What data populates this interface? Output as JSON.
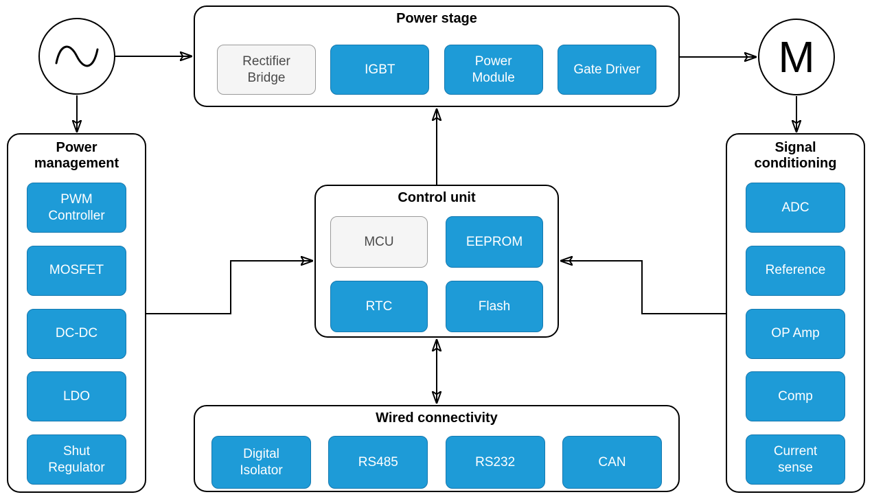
{
  "nodes": {
    "ac_source": {
      "icon": "sine-wave-icon"
    },
    "motor": {
      "label": "M"
    }
  },
  "groups": {
    "power_stage": {
      "title": "Power stage",
      "blocks": [
        {
          "label": "Rectifier\nBridge",
          "style": "gray"
        },
        {
          "label": "IGBT",
          "style": "blue"
        },
        {
          "label": "Power\nModule",
          "style": "blue"
        },
        {
          "label": "Gate Driver",
          "style": "blue"
        }
      ]
    },
    "power_management": {
      "title": "Power\nmanagement",
      "blocks": [
        {
          "label": "PWM\nController",
          "style": "blue"
        },
        {
          "label": "MOSFET",
          "style": "blue"
        },
        {
          "label": "DC-DC",
          "style": "blue"
        },
        {
          "label": "LDO",
          "style": "blue"
        },
        {
          "label": "Shut\nRegulator",
          "style": "blue"
        }
      ]
    },
    "control_unit": {
      "title": "Control unit",
      "blocks": [
        {
          "label": "MCU",
          "style": "gray"
        },
        {
          "label": "EEPROM",
          "style": "blue"
        },
        {
          "label": "RTC",
          "style": "blue"
        },
        {
          "label": "Flash",
          "style": "blue"
        }
      ]
    },
    "signal_conditioning": {
      "title": "Signal\nconditioning",
      "blocks": [
        {
          "label": "ADC",
          "style": "blue"
        },
        {
          "label": "Reference",
          "style": "blue"
        },
        {
          "label": "OP Amp",
          "style": "blue"
        },
        {
          "label": "Comp",
          "style": "blue"
        },
        {
          "label": "Current\nsense",
          "style": "blue"
        }
      ]
    },
    "wired_connectivity": {
      "title": "Wired connectivity",
      "blocks": [
        {
          "label": "Digital\nIsolator",
          "style": "blue"
        },
        {
          "label": "RS485",
          "style": "blue"
        },
        {
          "label": "RS232",
          "style": "blue"
        },
        {
          "label": "CAN",
          "style": "blue"
        }
      ]
    }
  },
  "edges": [
    {
      "from": "ac-source",
      "to": "power-stage",
      "arrow": "end"
    },
    {
      "from": "ac-source",
      "to": "power-management",
      "arrow": "end"
    },
    {
      "from": "power-stage",
      "to": "motor",
      "arrow": "end"
    },
    {
      "from": "motor",
      "to": "signal-conditioning",
      "arrow": "end"
    },
    {
      "from": "control-unit",
      "to": "power-stage",
      "arrow": "end"
    },
    {
      "from": "control-unit",
      "to": "wired-connectivity",
      "arrow": "both"
    },
    {
      "from": "power-management",
      "to": "control-unit",
      "arrow": "end"
    },
    {
      "from": "signal-conditioning",
      "to": "control-unit",
      "arrow": "end"
    }
  ],
  "colors": {
    "block_blue_fill": "#1E9BD7",
    "block_blue_border": "#1377AE",
    "block_gray_fill": "#F5F5F5",
    "block_gray_border": "#999999",
    "block_gray_text": "#4A4A4A",
    "container_fill": "#FFFFFF",
    "line": "#000000",
    "text_on_blue": "#FFFFFF",
    "title_text": "#000000"
  }
}
